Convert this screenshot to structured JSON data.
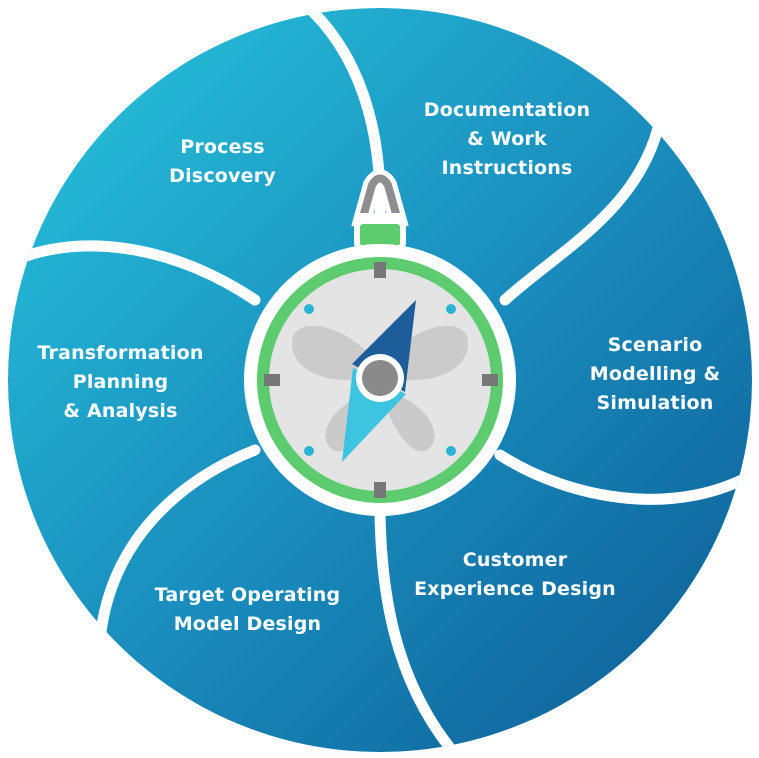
{
  "segments": [
    {
      "id": "process-discovery",
      "lines": [
        "Process",
        "Discovery"
      ]
    },
    {
      "id": "documentation",
      "lines": [
        "Documentation",
        "& Work",
        "Instructions"
      ]
    },
    {
      "id": "scenario-modelling",
      "lines": [
        "Scenario",
        "Modelling &",
        "Simulation"
      ]
    },
    {
      "id": "customer-experience",
      "lines": [
        "Customer",
        "Experience Design"
      ]
    },
    {
      "id": "target-operating-model",
      "lines": [
        "Target Operating",
        "Model Design"
      ]
    },
    {
      "id": "transformation-planning",
      "lines": [
        "Transformation",
        "Planning",
        "& Analysis"
      ]
    }
  ],
  "colors": {
    "wheel_light": "#26c2da",
    "wheel_dark": "#0d5f96",
    "divider": "#ffffff",
    "compass_ring": "#5ccc6e",
    "compass_face": "#e4e4e4",
    "needle_dark": "#1d5e9a",
    "needle_light": "#3cc4e0",
    "hub": "#8a8a8a",
    "tick": "#777777",
    "dot": "#2bb4d6"
  },
  "icons": [
    "compass-icon"
  ]
}
